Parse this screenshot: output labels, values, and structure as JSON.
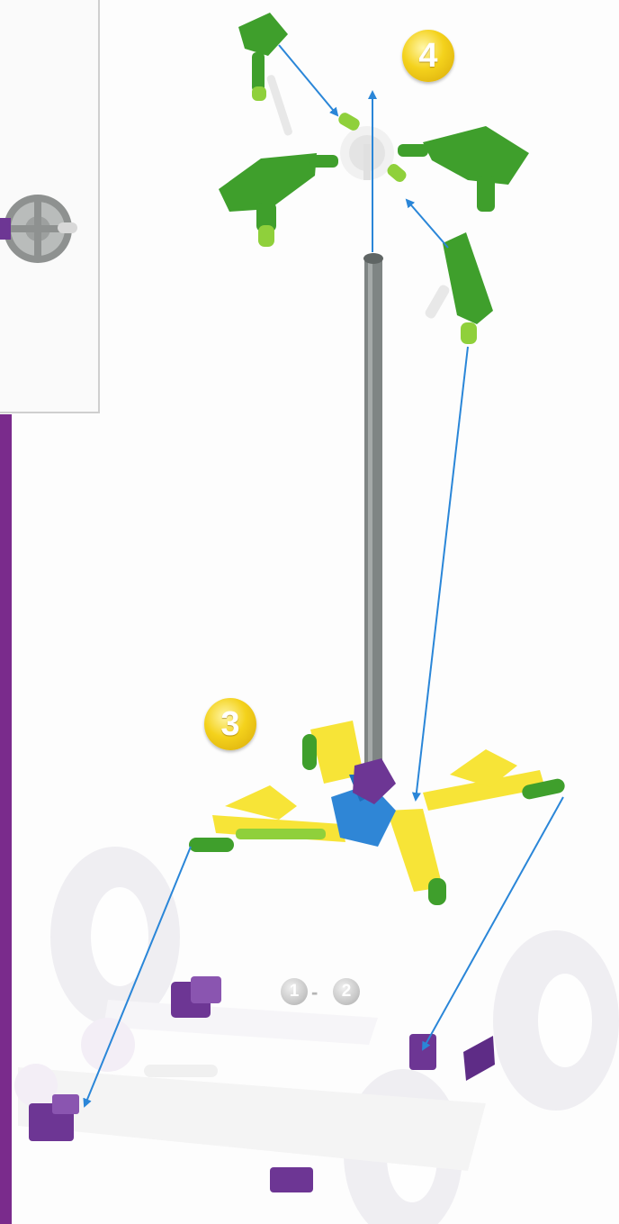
{
  "steps": {
    "step_3": "3",
    "step_4": "4"
  },
  "reference": {
    "from": "1",
    "separator": "-",
    "to": "2"
  },
  "colors": {
    "green": "#3f9f2c",
    "light_green": "#8fd03b",
    "yellow": "#f7e437",
    "blue": "#2f86d6",
    "purple": "#6d3694",
    "grey_rod": "#7f8584",
    "arrow": "#2a86d8",
    "band": "#7a2b8c"
  },
  "icons": {
    "step_badge": "yellow-circle-number",
    "reference_badge": "grey-circle-number",
    "arrows": "assembly-arrow"
  }
}
